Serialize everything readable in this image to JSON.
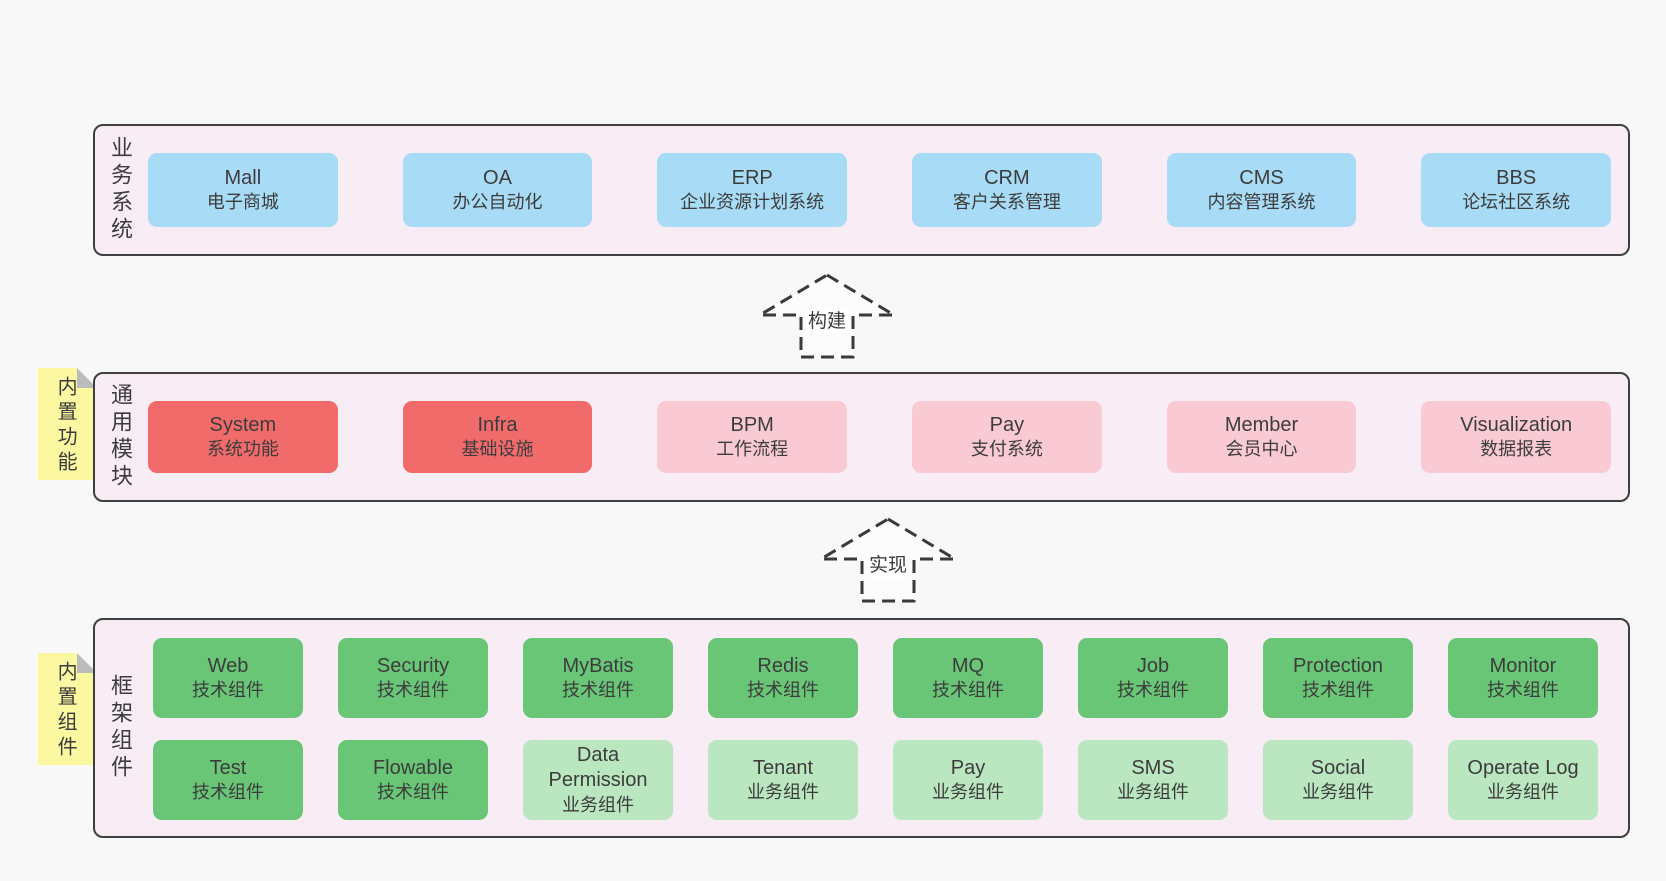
{
  "diagram": {
    "business": {
      "label": "业务系统",
      "boxes": [
        {
          "en": "Mall",
          "zh": "电子商城"
        },
        {
          "en": "OA",
          "zh": "办公自动化"
        },
        {
          "en": "ERP",
          "zh": "企业资源计划系统"
        },
        {
          "en": "CRM",
          "zh": "客户关系管理"
        },
        {
          "en": "CMS",
          "zh": "内容管理系统"
        },
        {
          "en": "BBS",
          "zh": "论坛社区系统"
        }
      ]
    },
    "arrow_build": {
      "label": "构建"
    },
    "modules": {
      "label": "通用模块",
      "tab": "内置功能",
      "boxes": [
        {
          "en": "System",
          "zh": "系统功能"
        },
        {
          "en": "Infra",
          "zh": "基础设施"
        },
        {
          "en": "BPM",
          "zh": "工作流程"
        },
        {
          "en": "Pay",
          "zh": "支付系统"
        },
        {
          "en": "Member",
          "zh": "会员中心"
        },
        {
          "en": "Visualization",
          "zh": "数据报表"
        }
      ]
    },
    "arrow_implement": {
      "label": "实现"
    },
    "framework": {
      "label": "框架组件",
      "tab": "内置组件",
      "row1": [
        {
          "en": "Web",
          "zh": "技术组件"
        },
        {
          "en": "Security",
          "zh": "技术组件"
        },
        {
          "en": "MyBatis",
          "zh": "技术组件"
        },
        {
          "en": "Redis",
          "zh": "技术组件"
        },
        {
          "en": "MQ",
          "zh": "技术组件"
        },
        {
          "en": "Job",
          "zh": "技术组件"
        },
        {
          "en": "Protection",
          "zh": "技术组件"
        },
        {
          "en": "Monitor",
          "zh": "技术组件"
        }
      ],
      "row2": [
        {
          "en": "Test",
          "zh": "技术组件"
        },
        {
          "en": "Flowable",
          "zh": "技术组件"
        },
        {
          "en": "Data Permission",
          "zh": "业务组件"
        },
        {
          "en": "Tenant",
          "zh": "业务组件"
        },
        {
          "en": "Pay",
          "zh": "业务组件"
        },
        {
          "en": "SMS",
          "zh": "业务组件"
        },
        {
          "en": "Social",
          "zh": "业务组件"
        },
        {
          "en": "Operate Log",
          "zh": "业务组件"
        }
      ]
    },
    "colors": {
      "page_bg": "#f8f8f8",
      "container_bg": "#f8edf5",
      "container_border": "#3f3f3f",
      "box_blue": "#a8dbf5",
      "box_red": "#f16b6b",
      "box_pink": "#f9cad3",
      "box_green": "#69c677",
      "box_green_light": "#bae6c0",
      "sticky_tab_yellow": "#fbf8a1",
      "fold_gray": "#bcbcbc",
      "text": "#3c3c3c"
    }
  }
}
